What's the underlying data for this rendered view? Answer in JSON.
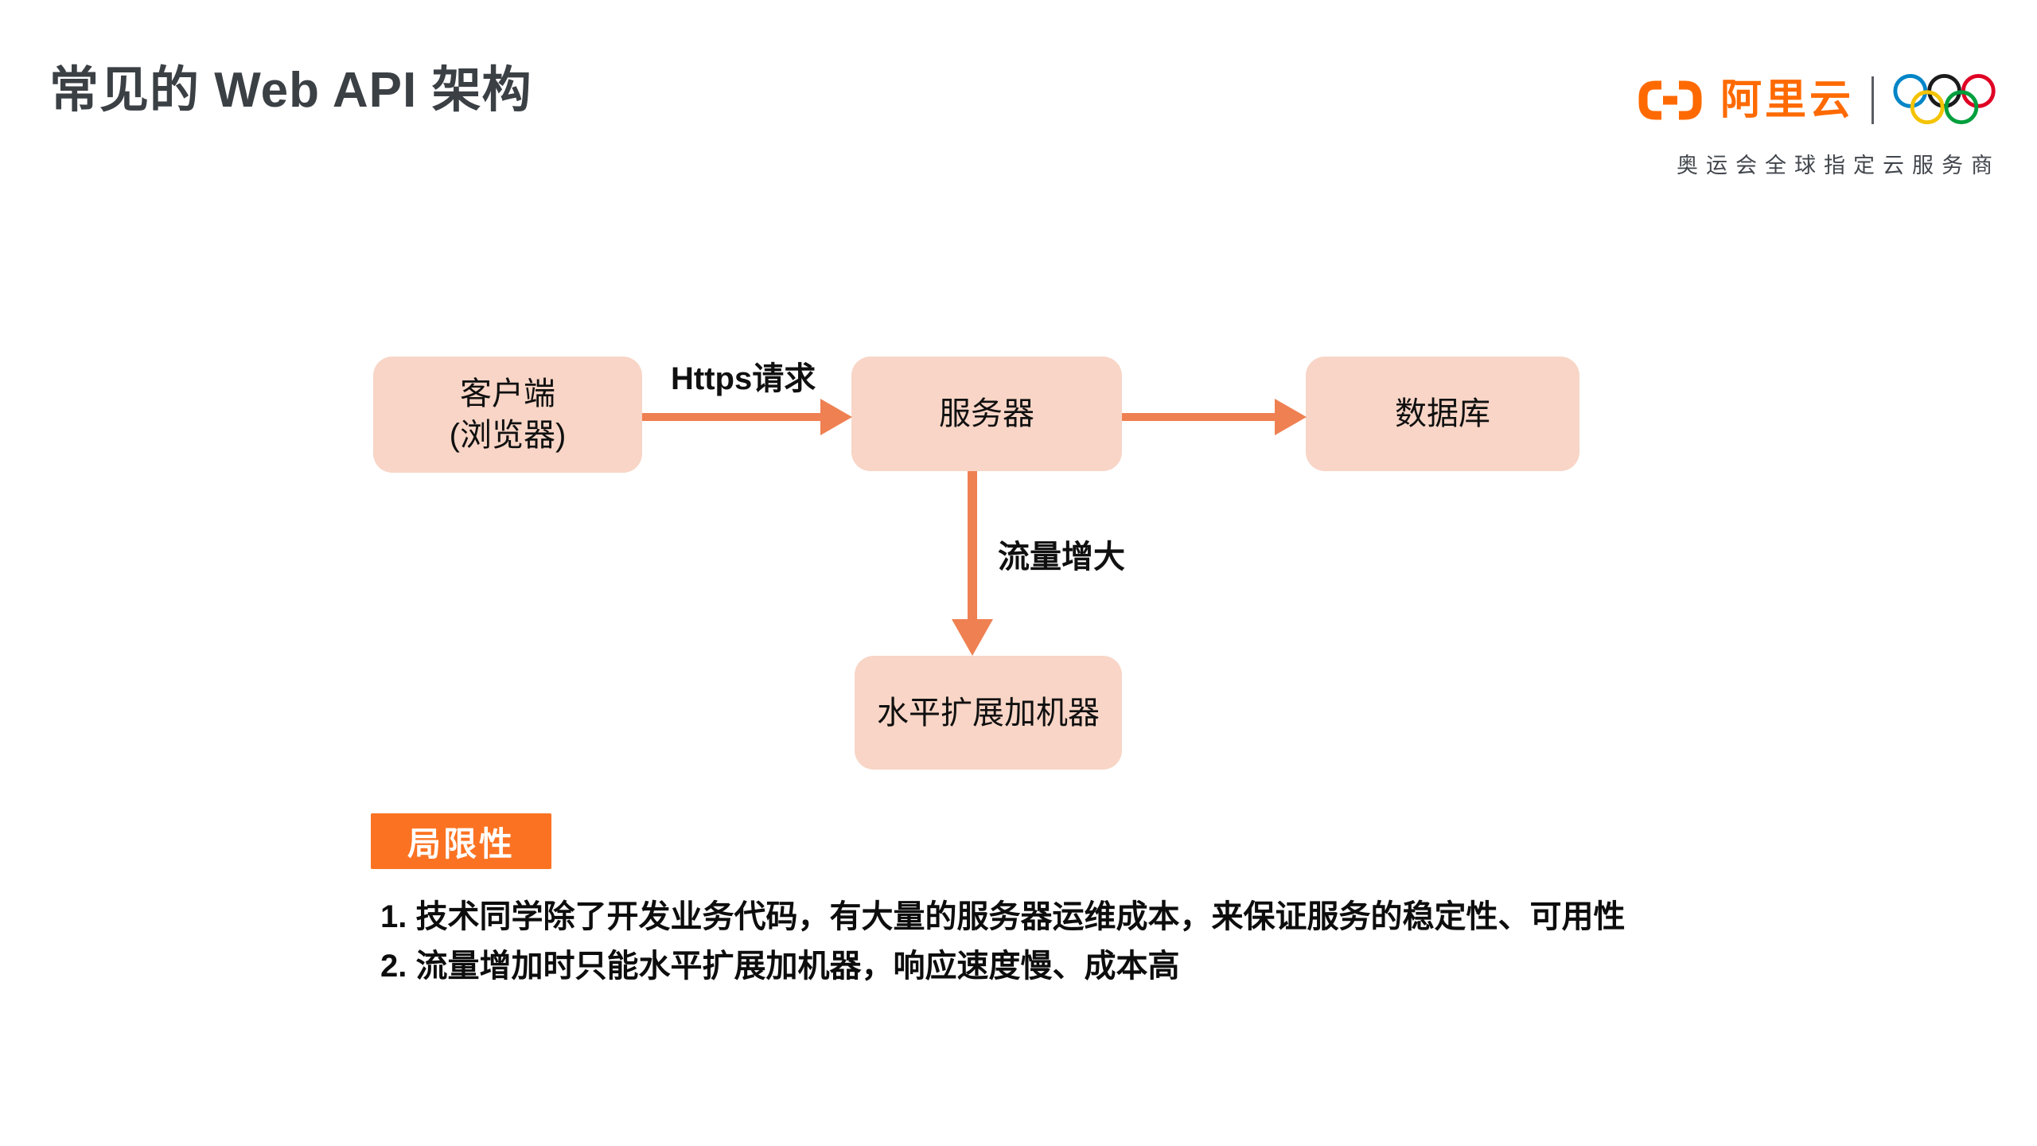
{
  "page": {
    "title": "常见的 Web API 架构"
  },
  "logo": {
    "brand": "阿里云",
    "slogan": "奥运会全球指定云服务商",
    "brand_color": "#FF6A00",
    "icons": [
      "alibaba-cloud-bracket-icon",
      "olympic-rings-icon"
    ],
    "olympic_ring_colors": [
      "#0085C7",
      "#1B1B1B",
      "#DF0024",
      "#F4C300",
      "#009F3D"
    ]
  },
  "diagram": {
    "node_fill": "#F8D5C6",
    "arrow_color": "#EF8052",
    "nodes": {
      "client": {
        "line1": "客户端",
        "line2": "(浏览器)"
      },
      "server": {
        "label": "服务器"
      },
      "database": {
        "label": "数据库"
      },
      "scale": {
        "label": "水平扩展加机器"
      }
    },
    "edges": {
      "https": {
        "from": "client",
        "to": "server",
        "label": "Https请求"
      },
      "server_db": {
        "from": "server",
        "to": "database",
        "label": ""
      },
      "traffic": {
        "from": "server",
        "to": "scale",
        "label": "流量增大"
      }
    }
  },
  "limitations": {
    "heading": "局限性",
    "heading_bg": "#FB7322",
    "items": [
      "1. 技术同学除了开发业务代码，有大量的服务器运维成本，来保证服务的稳定性、可用性",
      "2. 流量增加时只能水平扩展加机器，响应速度慢、成本高"
    ]
  }
}
